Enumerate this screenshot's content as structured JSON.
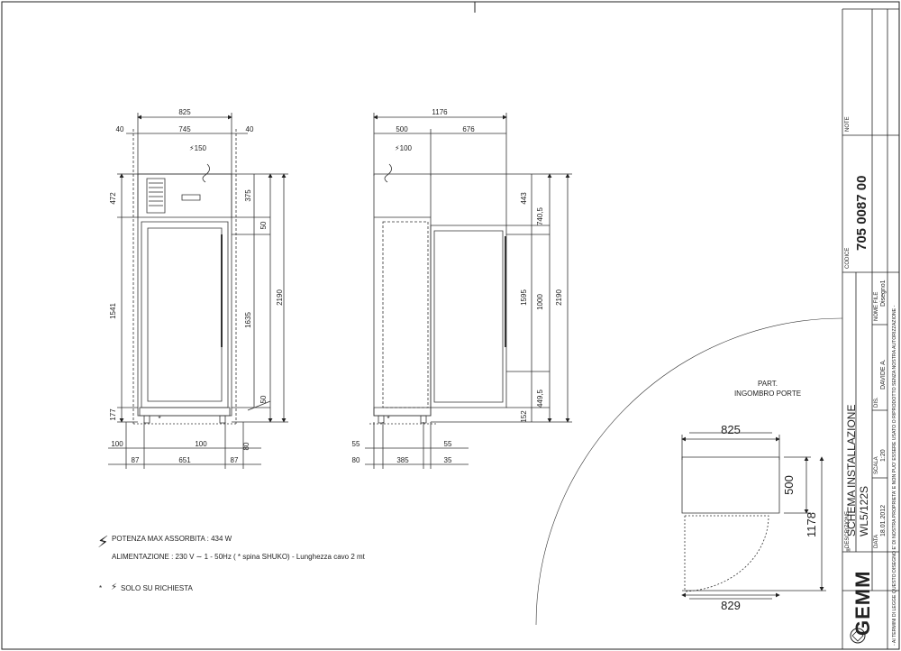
{
  "front_view": {
    "overall_width": "825",
    "side_clearance_left": "40",
    "inner_width": "745",
    "side_clearance_right": "40",
    "cable_exit": "150",
    "top_section_height": "472",
    "top_panel_height": "375",
    "gap_top": "50",
    "door_height": "1541",
    "door_inner_height": "1635",
    "total_height": "2190",
    "gap_bottom": "50",
    "base_height": "177",
    "foot_height": "80",
    "foot_offset_left": "100",
    "foot_offset_right": "100",
    "foot_edge_left": "87",
    "foot_spacing": "651",
    "foot_edge_right": "87"
  },
  "side_view": {
    "overall_depth": "1176",
    "body_depth": "500",
    "door_swing": "676",
    "cable_exit": "100",
    "top_height": "443",
    "upper_to_handle": "740,5",
    "handle_zone": "1000",
    "door_height": "1595",
    "total_height": "2190",
    "lower_height": "449,5",
    "foot_height": "152",
    "foot_offset_left": "55",
    "foot_offset_right": "55",
    "foot_edge_left": "80",
    "foot_spacing": "385",
    "foot_edge_right": "35"
  },
  "door_detail": {
    "title_line1": "PART.",
    "title_line2": "INGOMBRO PORTE",
    "width_top": "825",
    "depth": "500",
    "total_depth": "1178",
    "width_bottom": "829"
  },
  "notes": {
    "power": "POTENZA MAX ASSORBITA : 434 W",
    "supply": "ALIMENTAZIONE : 230 V ∼ 1 - 50Hz  ( * spina SHUKO) - Lunghezza cavo 2 mt",
    "on_request": "SOLO SU RICHIESTA",
    "star": "*"
  },
  "title_block": {
    "note_label": "NOTE",
    "code_label": "CODICE",
    "code": "705 0087 00",
    "description_label": "DESCRIZIONE",
    "title": "SCHEMA INSTALLAZIONE",
    "model": "WL5/122S",
    "date_label": "DATA",
    "date": "18.01.2012",
    "scale_label": "SCALA",
    "scale": "1:20",
    "drawn_label": "DIS.",
    "drawn_by": "DAVIDE A.",
    "file_label": "NOME FILE",
    "file": "Disegno1",
    "disclaimer": "- AI TERMINI DI LEGGE QUESTO DISEGNO E' DI NOSTRA PROPRIETA' E NON PUO' ESSERE USATO O RIPRODOTTO SENZA NOSTRA AUTORIZZAZIONE -",
    "brand": "GEMM",
    "brand_mark": "®"
  }
}
